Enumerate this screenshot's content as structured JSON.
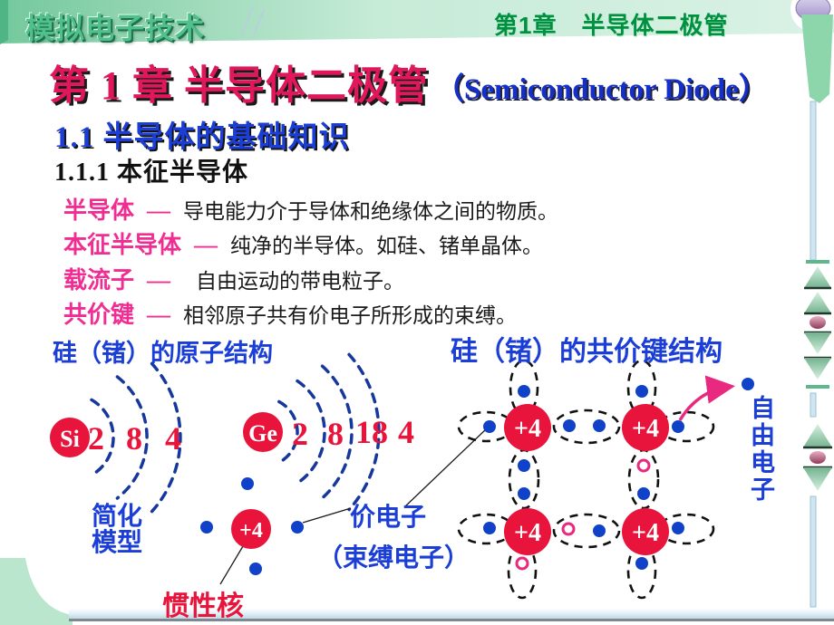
{
  "header": {
    "logo": "模拟电子技术",
    "chapter_title": "第1章　半导体二极管"
  },
  "title": {
    "chinese": "第 1 章  半导体二极管",
    "english": "（Semiconductor Diode）"
  },
  "section_title": "1.1  半导体的基础知识",
  "subsection_title": "1.1.1  本征半导体",
  "definitions": [
    {
      "term": "半导体",
      "dash": "—",
      "text": "导电能力介于导体和绝缘体之间的物质。"
    },
    {
      "term": "本征半导体",
      "dash": "—",
      "text": "纯净的半导体。如硅、锗单晶体。"
    },
    {
      "term": "载流子",
      "dash": "—",
      "text": "自由运动的带电粒子。"
    },
    {
      "term": "共价键",
      "dash": "—",
      "text": "相邻原子共有价电子所形成的束缚。"
    }
  ],
  "diagram": {
    "atom_structure_heading": "硅（锗）的原子结构",
    "covalent_heading": "硅（锗）的共价键结构",
    "si_symbol": "Si",
    "si_shell_counts": [
      "2",
      "8",
      "4"
    ],
    "ge_symbol": "Ge",
    "ge_shell_counts": [
      "2",
      "8",
      "18",
      "4"
    ],
    "core_charge": "+4",
    "simplified_model_lines": [
      "简化",
      "模型"
    ],
    "inertial_core_label": "惯性核",
    "valence_electron_label": "价电子",
    "bound_electron_label": "（束缚电子）",
    "free_electron_label": "自由电子"
  },
  "colors": {
    "title_red": "#e0175a",
    "text_blue": "#1b3ed6",
    "term_magenta": "#f02d92",
    "diagram_red": "#e8143c",
    "electron_blue": "#0f42c8",
    "hole_pink": "#e8297f",
    "header_green": "#009140",
    "banner_green": "#74c89c"
  }
}
